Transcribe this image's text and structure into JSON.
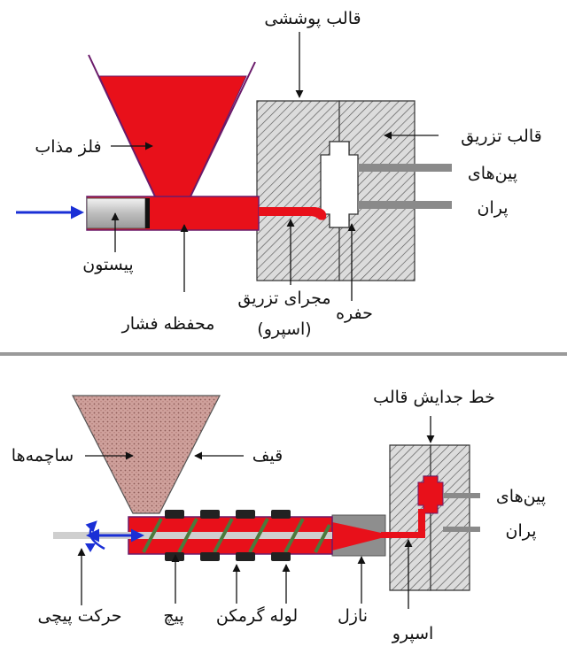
{
  "top_diagram": {
    "labels": {
      "cover_mold": "قالب پوششی",
      "molten_metal": "فلز مذاب",
      "injection_mold": "قالب تزریق",
      "ejector_pins_1": "پین‌های",
      "ejector_pins_2": "پران",
      "piston": "پیستون",
      "pressure_chamber": "محفظه فشار",
      "injection_channel_1": "مجرای تزریق",
      "injection_channel_2": "(اسپرو)",
      "cavity": "حفره"
    }
  },
  "bottom_diagram": {
    "labels": {
      "parting_line": "خط جدایش قالب",
      "granules": "ساچمه‌ها",
      "hopper": "قیف",
      "ejector_pins_1": "پین‌های",
      "ejector_pins_2": "پران",
      "screw_motion": "حرکت پیچی",
      "screw": "پیچ",
      "heating_tube": "لوله گرمکن",
      "nozzle": "نازل",
      "sprue": "اسپرو"
    }
  },
  "colors": {
    "molten": "#e8101a",
    "mold_fill": "#d9d9d9",
    "hatch": "#555555",
    "pin": "#8a8a8a",
    "arrow_blue": "#1a2fd6",
    "granules": "#c9948f",
    "heater_band": "#222222",
    "screw_green": "#4b7a3c",
    "divider": "#9a9a9a"
  }
}
